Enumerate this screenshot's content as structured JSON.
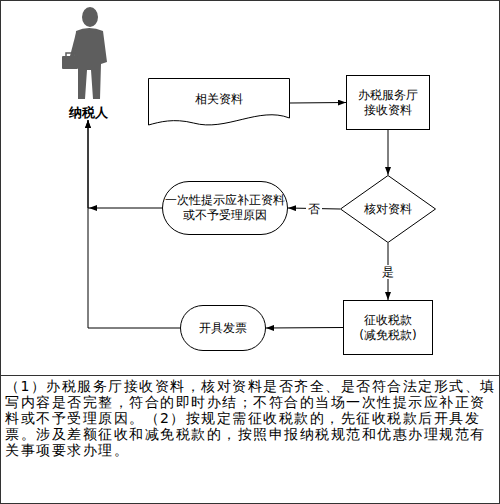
{
  "diagram": {
    "caption": "（1）办税服务厅接收资料，核对资料是否齐全、是否符合法定形式、填写内容是否完整，符合的即时办结；不符合的当场一次性提示应补正资料或不予受理原因。（2）按规定需征收税款的，先征收税款后开具发票。涉及差额征收和减免税款的，按照申报纳税规范和优惠办理规范有关事项要求办理。",
    "nodes": [
      {
        "text": [
          "纳税人"
        ]
      },
      {
        "text": [
          "相关资料"
        ]
      },
      {
        "text": [
          "办税服务厅接收资料"
        ]
      },
      {
        "text": [
          "核对资料"
        ]
      },
      {
        "text": [
          "一次性提示应补正资料或不予受理原因"
        ]
      },
      {
        "text": [
          "征收税款 (减免税款)"
        ]
      },
      {
        "text": [
          "开具发票"
        ]
      }
    ],
    "edges": [
      {
        "from": 1,
        "to": 2,
        "arrow": "to"
      },
      {
        "from": 2,
        "to": 3,
        "arrow": "to"
      },
      {
        "from": 3,
        "to": 4,
        "label": "否",
        "arrow": "to"
      },
      {
        "from": 3,
        "to": 5,
        "label": "是",
        "arrow": "to"
      },
      {
        "from": 5,
        "to": 6,
        "arrow": "to"
      },
      {
        "from": 4,
        "to": 0,
        "arrow": "to"
      },
      {
        "from": 6,
        "to": 0,
        "arrow": "to"
      }
    ]
  }
}
